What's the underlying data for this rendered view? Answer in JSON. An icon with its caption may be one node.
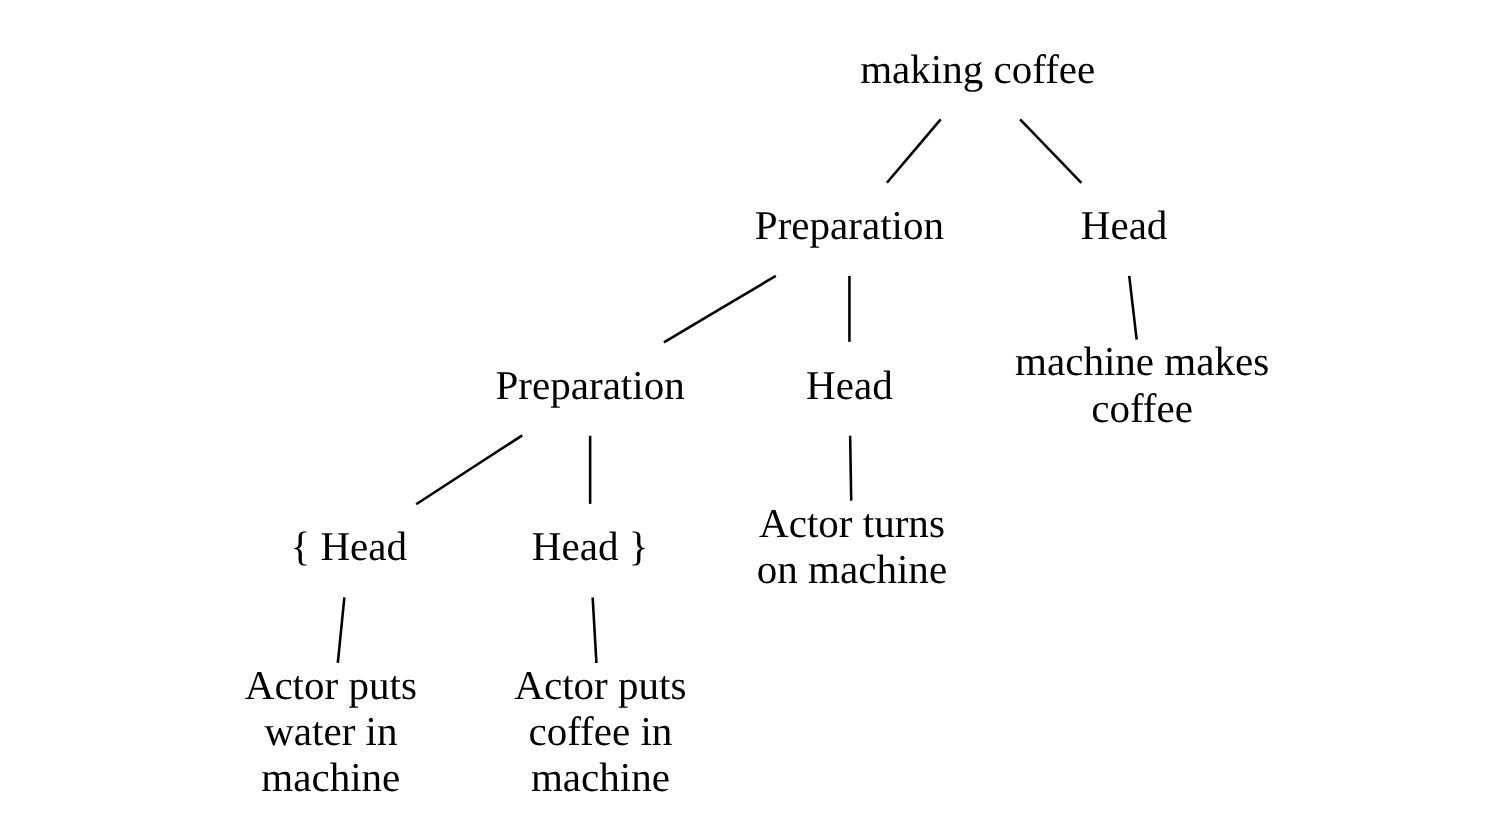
{
  "diagram": {
    "nodes": [
      {
        "text": [
          "making coffee"
        ]
      },
      {
        "text": [
          "Preparation"
        ]
      },
      {
        "text": [
          "Head"
        ]
      },
      {
        "text": [
          "Preparation"
        ]
      },
      {
        "text": [
          "Head"
        ]
      },
      {
        "text": [
          "machine makes coffee"
        ]
      },
      {
        "text": [
          "{ Head"
        ]
      },
      {
        "text": [
          "Head }"
        ]
      },
      {
        "text": [
          "Actor turns on machine"
        ]
      },
      {
        "text": [
          "Actor puts water in machine"
        ]
      },
      {
        "text": [
          "Actor puts coffee in machine"
        ]
      }
    ],
    "edges": [
      {
        "from": 0,
        "to": 1,
        "arrow": "none"
      },
      {
        "from": 0,
        "to": 2,
        "arrow": "none"
      },
      {
        "from": 1,
        "to": 3,
        "arrow": "none"
      },
      {
        "from": 1,
        "to": 4,
        "arrow": "none"
      },
      {
        "from": 2,
        "to": 5,
        "arrow": "none"
      },
      {
        "from": 3,
        "to": 6,
        "arrow": "none"
      },
      {
        "from": 3,
        "to": 7,
        "arrow": "none"
      },
      {
        "from": 4,
        "to": 8,
        "arrow": "none"
      },
      {
        "from": 6,
        "to": 9,
        "arrow": "none"
      },
      {
        "from": 7,
        "to": 10,
        "arrow": "none"
      }
    ]
  }
}
